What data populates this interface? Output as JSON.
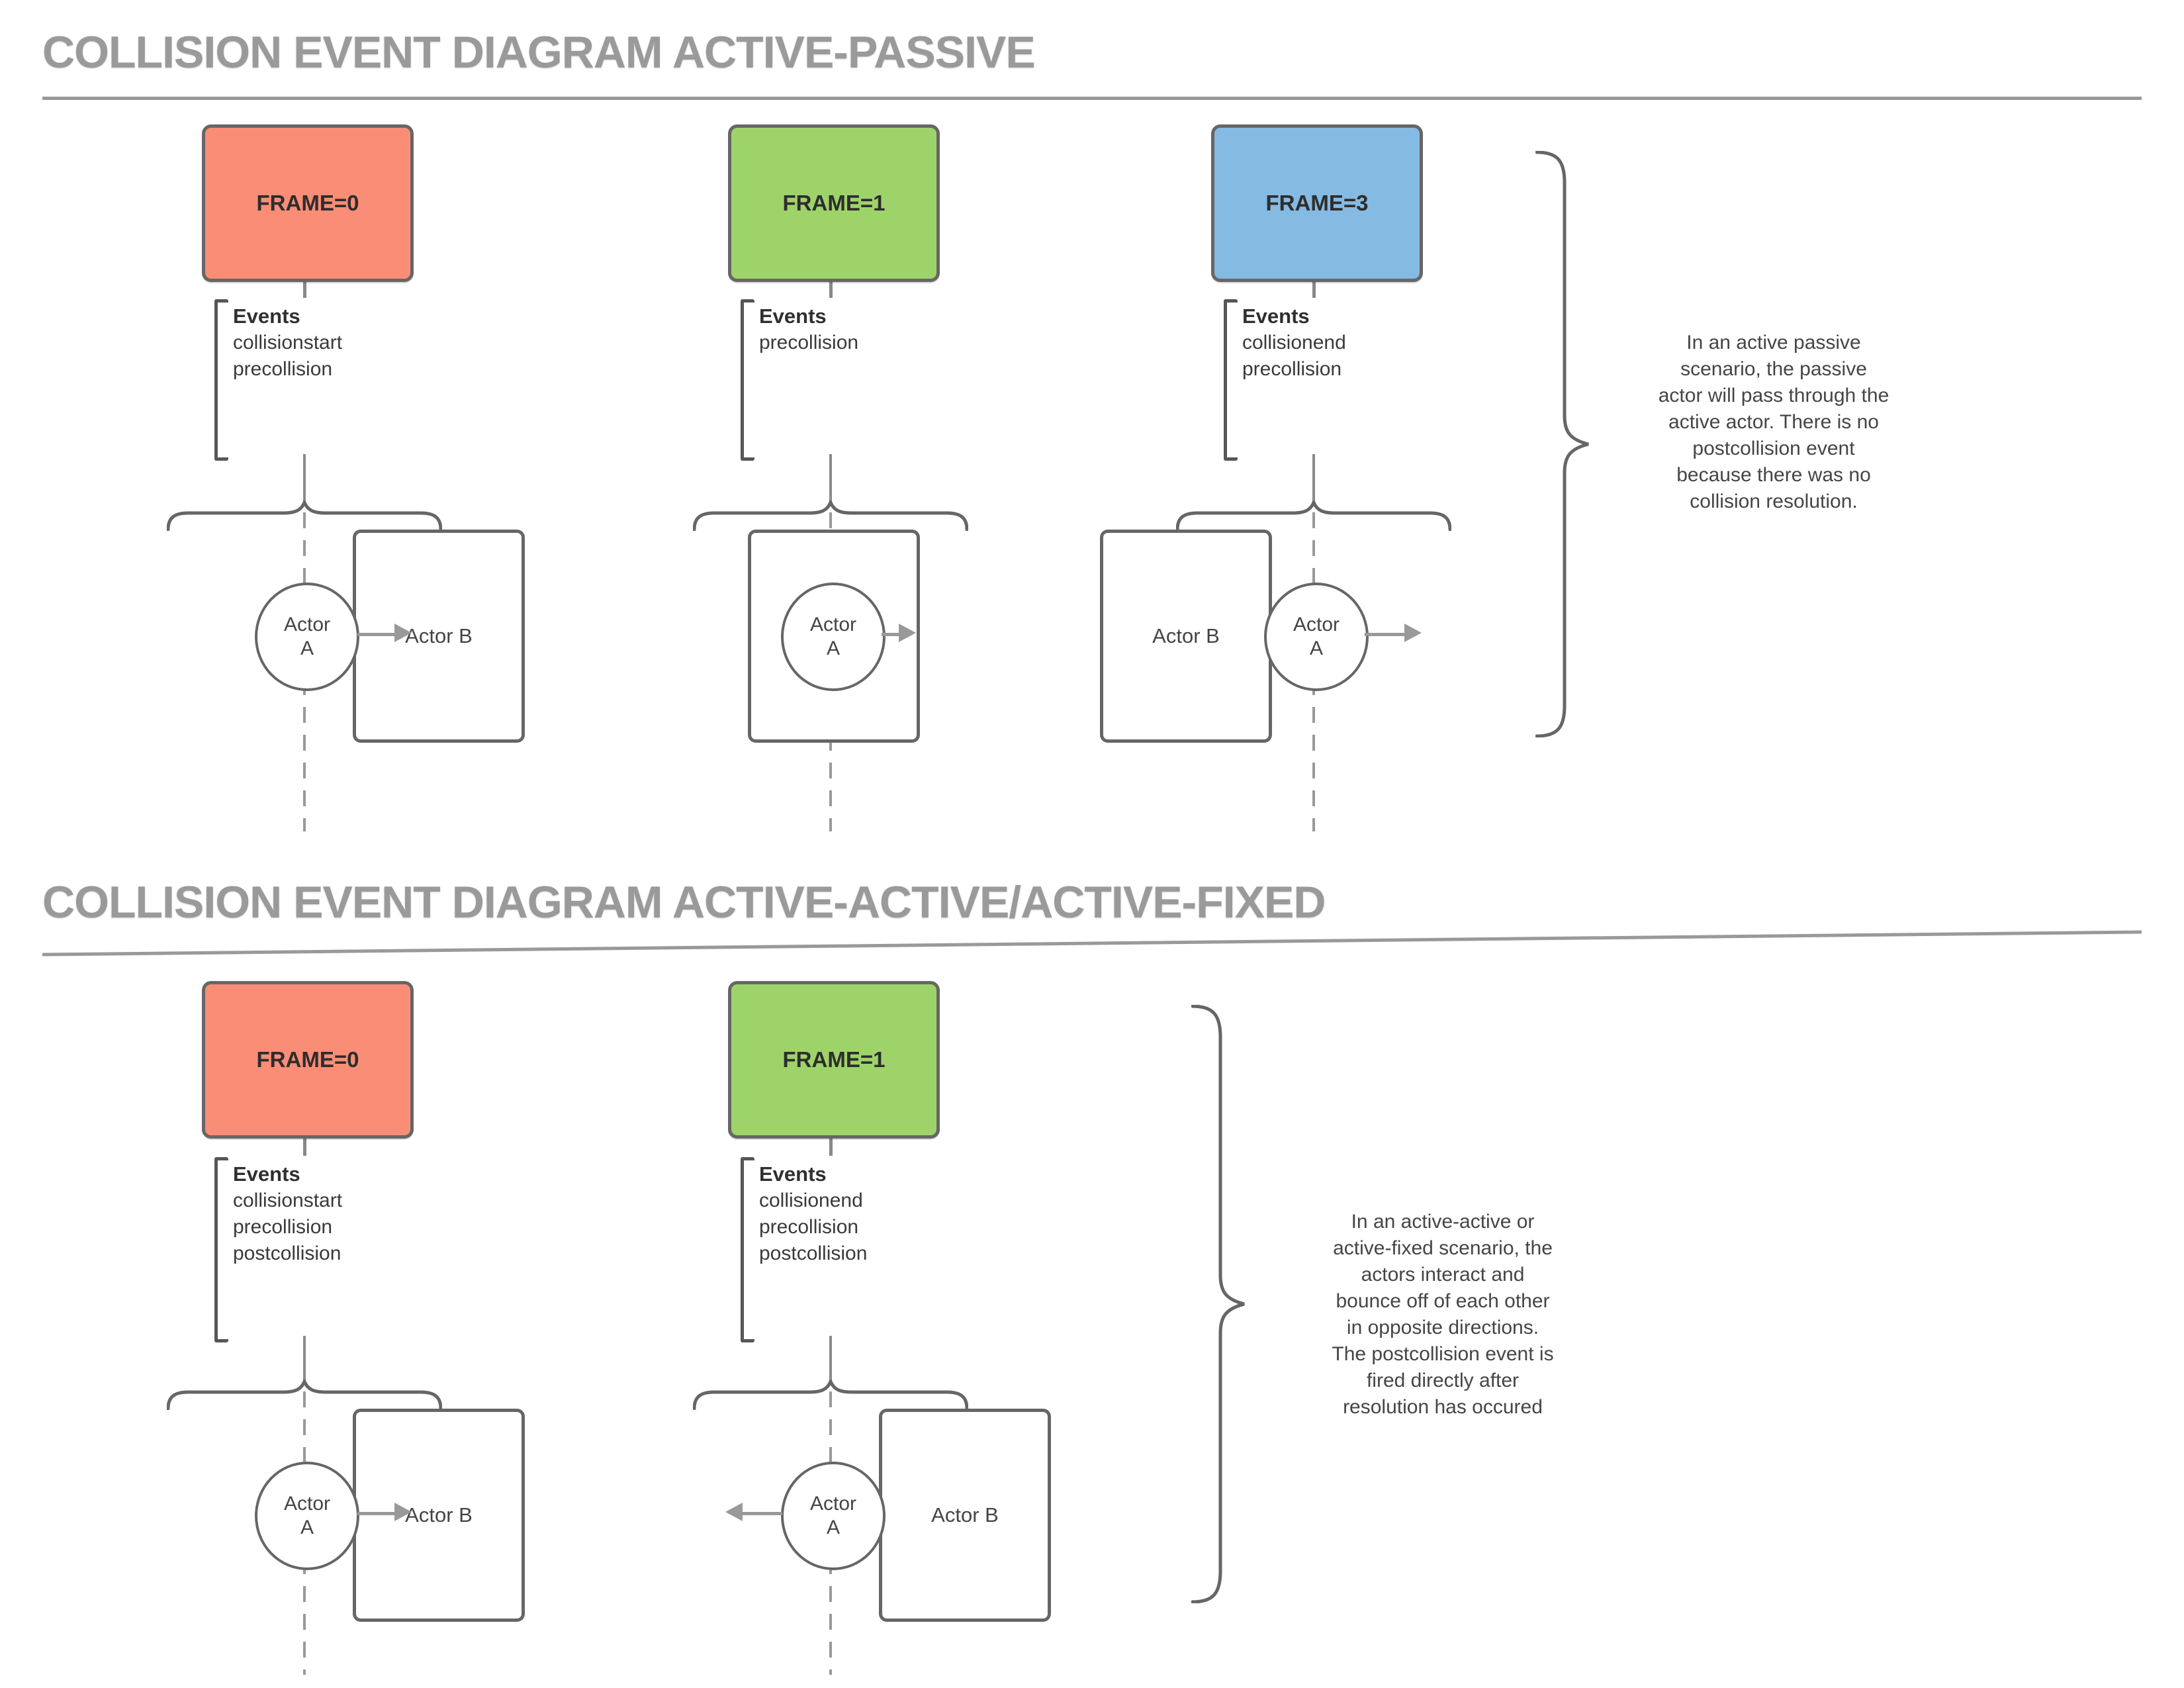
{
  "colors": {
    "frame_red": "#F98D76",
    "frame_green": "#9ED36A",
    "frame_blue": "#85BAE2",
    "shape_stroke_gray": "#666666",
    "arrow_gray": "#999999",
    "title_gray": "#9A9A9A",
    "text_dark": "#3D3D3D"
  },
  "sections": [
    {
      "title": "COLLISION EVENT DIAGRAM ACTIVE-PASSIVE",
      "frames": [
        {
          "label": "FRAME=0",
          "events_title": "Events",
          "events": [
            "collisionstart",
            "precollision"
          ],
          "actor_circle": "Actor\nA",
          "actor_box": "Actor B"
        },
        {
          "label": "FRAME=1",
          "events_title": "Events",
          "events": [
            "precollision"
          ],
          "actor_circle": "Actor\nA",
          "actor_box": ""
        },
        {
          "label": "FRAME=3",
          "events_title": "Events",
          "events": [
            "collisionend",
            "precollision"
          ],
          "actor_circle": "Actor\nA",
          "actor_box": "Actor B"
        }
      ],
      "note": "In an active passive\nscenario, the passive\nactor will pass through the\nactive actor. There is no\npostcollision event\nbecause there was no\ncollision resolution."
    },
    {
      "title": "COLLISION EVENT DIAGRAM ACTIVE-ACTIVE/ACTIVE-FIXED",
      "frames": [
        {
          "label": "FRAME=0",
          "events_title": "Events",
          "events": [
            "collisionstart",
            "precollision",
            "postcollision"
          ],
          "actor_circle": "Actor\nA",
          "actor_box": "Actor B"
        },
        {
          "label": "FRAME=1",
          "events_title": "Events",
          "events": [
            "collisionend",
            "precollision",
            "postcollision"
          ],
          "actor_circle": "Actor\nA",
          "actor_box": "Actor B"
        }
      ],
      "note": "In an active-active or\nactive-fixed scenario, the\nactors interact and\nbounce off of each other\nin opposite directions.\nThe postcollision event is\nfired directly after\nresolution has occured"
    }
  ]
}
